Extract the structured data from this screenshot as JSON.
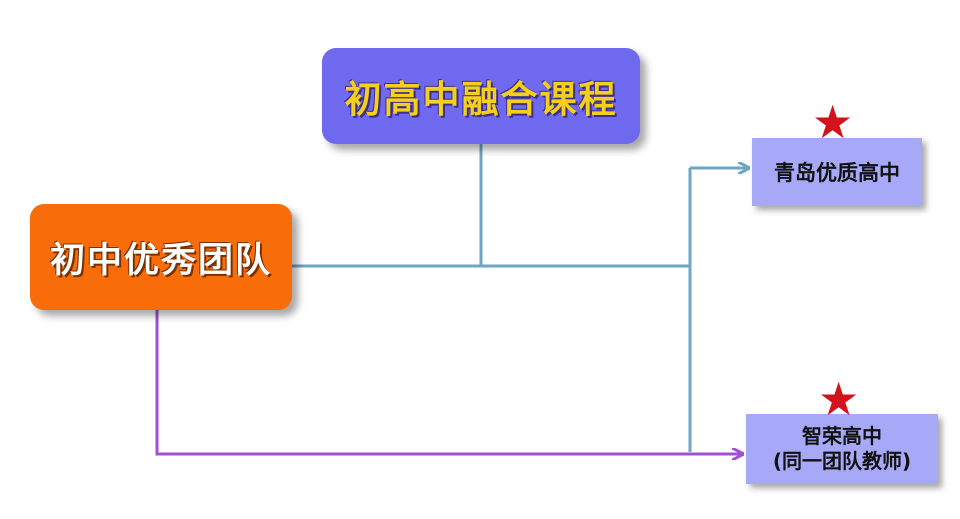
{
  "nodes": {
    "course": "初高中融合课程",
    "team": "初中优秀团队",
    "qingdao": "青岛优质高中",
    "zhirong_line1": "智荣高中",
    "zhirong_line2": "(同一团队教师)"
  },
  "icons": {
    "star_1": "star-icon",
    "star_2": "star-icon"
  },
  "colors": {
    "course_bg": "#6e69ee",
    "course_text": "#f6cf1d",
    "team_bg": "#f86c0a",
    "target_bg": "#a7a8f8",
    "blue_line": "#6ea6c6",
    "purple_line": "#a14fd6",
    "star": "#d1131b"
  }
}
